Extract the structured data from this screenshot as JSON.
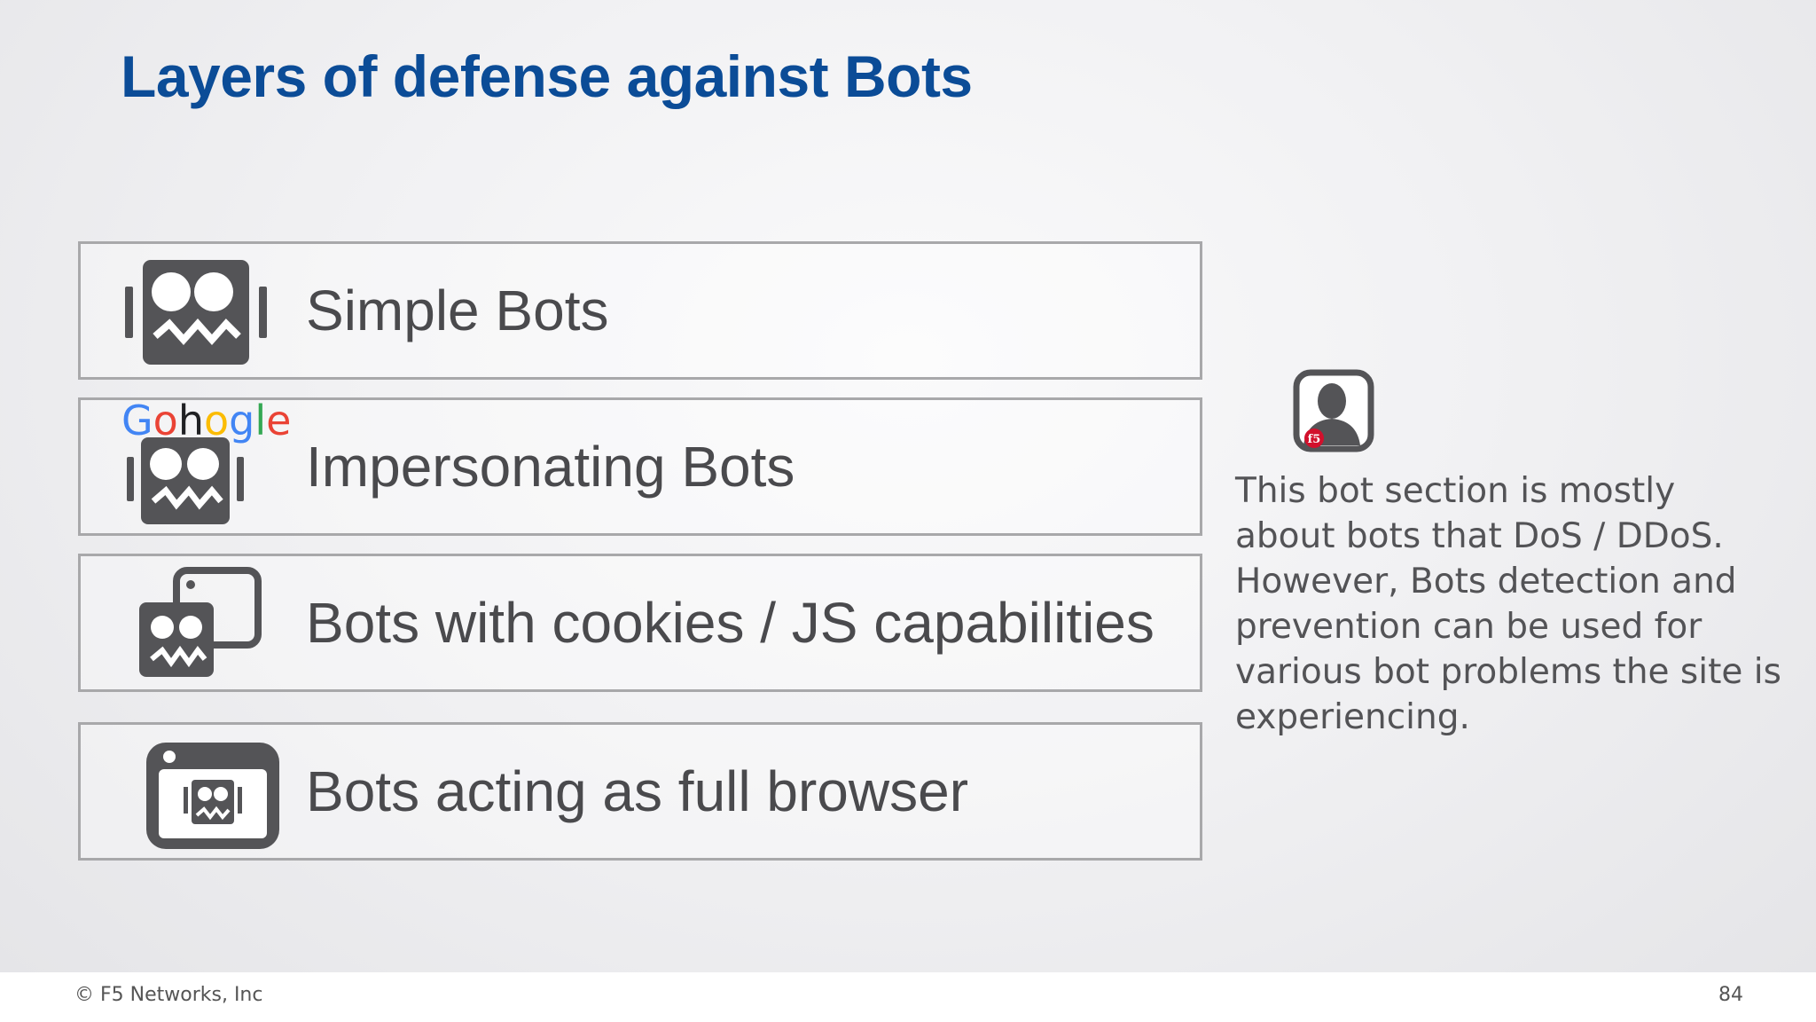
{
  "slide": {
    "title": "Layers of defense against Bots",
    "layers": [
      {
        "label": "Simple Bots",
        "icon": "robot-icon"
      },
      {
        "label": "Impersonating Bots",
        "icon": "robot-icon",
        "brand_text": "Gohogle"
      },
      {
        "label": "Bots with cookies / JS capabilities",
        "icon": "robot-window-icon"
      },
      {
        "label": "Bots acting as full browser",
        "icon": "browser-robot-icon"
      }
    ],
    "note": "This bot section is mostly about bots that DoS / DDoS. However, Bots detection and prevention can be used for various bot problems the site is experiencing.",
    "note_icon": "presenter-avatar-icon",
    "note_icon_badge": "f5"
  },
  "footer": {
    "copyright": "© F5 Networks, Inc",
    "page_number": "84"
  },
  "colors": {
    "title": "#0b4c97",
    "icon": "#545457",
    "text": "#4a4a4d",
    "google": [
      "#4285f4",
      "#ea4335",
      "#fbbc05",
      "#4285f4",
      "#34a853",
      "#ea4335"
    ]
  }
}
